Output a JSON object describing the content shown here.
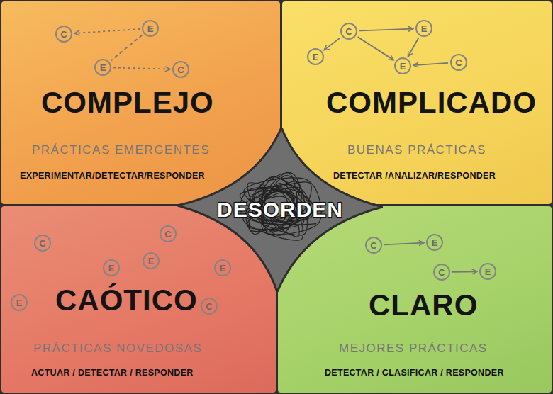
{
  "diagram": {
    "nodes": [
      {
        "text": [
          "COMPLEJO",
          "PRÁCTICAS EMERGENTES",
          "EXPERIMENTAR/DETECTAR/RESPONDER"
        ]
      },
      {
        "text": [
          "C"
        ],
        "in": 0
      },
      {
        "text": [
          "E"
        ],
        "in": 0
      },
      {
        "text": [
          "E"
        ],
        "in": 0
      },
      {
        "text": [
          "C"
        ],
        "in": 0
      },
      {
        "text": [
          "COMPLICADO",
          "BUENAS PRÁCTICAS",
          "DETECTAR /ANALIZAR/RESPONDER"
        ]
      },
      {
        "text": [
          "C"
        ],
        "in": 5
      },
      {
        "text": [
          "E"
        ],
        "in": 5
      },
      {
        "text": [
          "E"
        ],
        "in": 5
      },
      {
        "text": [
          "E"
        ],
        "in": 5
      },
      {
        "text": [
          "C"
        ],
        "in": 5
      },
      {
        "text": [
          "CAÓTICO",
          "PRÁCTICAS NOVEDOSAS",
          "ACTUAR / DETECTAR / RESPONDER"
        ]
      },
      {
        "text": [
          "C"
        ],
        "in": 11
      },
      {
        "text": [
          "C"
        ],
        "in": 11
      },
      {
        "text": [
          "E"
        ],
        "in": 11
      },
      {
        "text": [
          "E"
        ],
        "in": 11
      },
      {
        "text": [
          "E"
        ],
        "in": 11
      },
      {
        "text": [
          "E"
        ],
        "in": 11
      },
      {
        "text": [
          "C"
        ],
        "in": 11
      },
      {
        "text": [
          "CLARO",
          "MEJORES PRÁCTICAS",
          "DETECTAR / CLASIFICAR / RESPONDER"
        ]
      },
      {
        "text": [
          "C"
        ],
        "in": 19
      },
      {
        "text": [
          "E"
        ],
        "in": 19
      },
      {
        "text": [
          "C"
        ],
        "in": 19
      },
      {
        "text": [
          "E"
        ],
        "in": 19
      },
      {
        "text": [
          "DESORDEN"
        ]
      }
    ],
    "edges": [
      {
        "from": 2,
        "to": 1,
        "arrow": "to"
      },
      {
        "from": 2,
        "to": 3,
        "arrow": "none"
      },
      {
        "from": 3,
        "to": 4,
        "arrow": "to"
      },
      {
        "from": 6,
        "to": 7,
        "arrow": "to"
      },
      {
        "from": 6,
        "to": 8,
        "arrow": "to"
      },
      {
        "from": 6,
        "to": 9,
        "arrow": "to"
      },
      {
        "from": 7,
        "to": 9,
        "arrow": "to"
      },
      {
        "from": 10,
        "to": 9,
        "arrow": "to"
      },
      {
        "from": 20,
        "to": 21,
        "arrow": "to"
      },
      {
        "from": 22,
        "to": 23,
        "arrow": "to"
      }
    ]
  }
}
